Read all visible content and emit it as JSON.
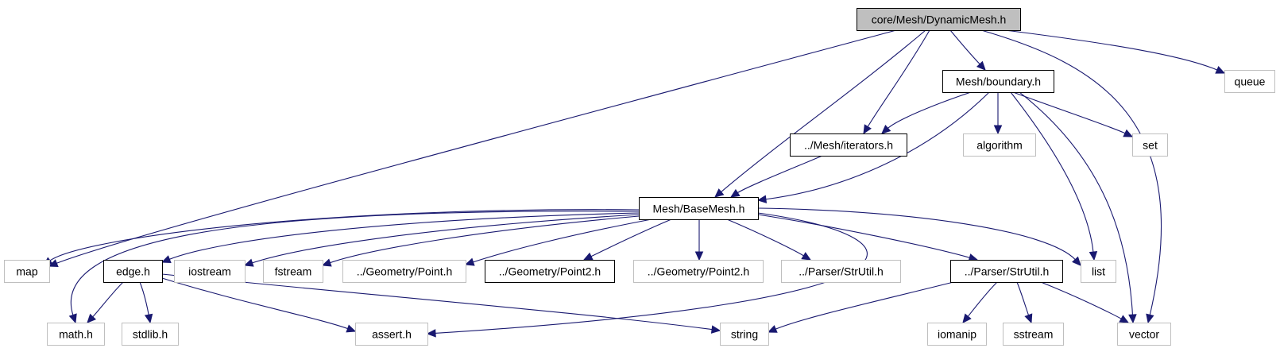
{
  "colors": {
    "edge": "#191970",
    "root_fill": "#bfbfbf",
    "documented_stroke": "#000000",
    "undocumented_stroke": "#bfbfbf",
    "text": "#000000"
  },
  "nodes": [
    {
      "id": "n0",
      "label": "core/Mesh/DynamicMesh.h",
      "style": "root"
    },
    {
      "id": "n1",
      "label": "map",
      "style": "external"
    },
    {
      "id": "n2",
      "label": "Mesh/BaseMesh.h",
      "style": "documented"
    },
    {
      "id": "n3",
      "label": "edge.h",
      "style": "documented"
    },
    {
      "id": "n4",
      "label": "math.h",
      "style": "external"
    },
    {
      "id": "n5",
      "label": "stdlib.h",
      "style": "external"
    },
    {
      "id": "n6",
      "label": "assert.h",
      "style": "external"
    },
    {
      "id": "n7",
      "label": "string",
      "style": "external"
    },
    {
      "id": "n8",
      "label": "iostream",
      "style": "external"
    },
    {
      "id": "n9",
      "label": "fstream",
      "style": "external"
    },
    {
      "id": "n10",
      "label": "../Geometry/Point.h",
      "style": "external"
    },
    {
      "id": "n11",
      "label": "../Geometry/Point2.h",
      "style": "documented"
    },
    {
      "id": "n12",
      "label": "../Geometry/Point2.h",
      "style": "external"
    },
    {
      "id": "n13",
      "label": "../Parser/StrUtil.h",
      "style": "external"
    },
    {
      "id": "n14",
      "label": "../Parser/StrUtil.h",
      "style": "documented"
    },
    {
      "id": "n15",
      "label": "iomanip",
      "style": "external"
    },
    {
      "id": "n16",
      "label": "sstream",
      "style": "external"
    },
    {
      "id": "n17",
      "label": "vector",
      "style": "external"
    },
    {
      "id": "n18",
      "label": "list",
      "style": "external"
    },
    {
      "id": "n19",
      "label": "../Mesh/iterators.h",
      "style": "documented"
    },
    {
      "id": "n20",
      "label": "Mesh/boundary.h",
      "style": "documented"
    },
    {
      "id": "n21",
      "label": "algorithm",
      "style": "external"
    },
    {
      "id": "n22",
      "label": "set",
      "style": "external"
    },
    {
      "id": "n23",
      "label": "queue",
      "style": "external"
    }
  ],
  "edges": [
    {
      "from": "n0",
      "to": "n1"
    },
    {
      "from": "n0",
      "to": "n2"
    },
    {
      "from": "n0",
      "to": "n19"
    },
    {
      "from": "n0",
      "to": "n20"
    },
    {
      "from": "n0",
      "to": "n17"
    },
    {
      "from": "n0",
      "to": "n23"
    },
    {
      "from": "n20",
      "to": "n19"
    },
    {
      "from": "n20",
      "to": "n2"
    },
    {
      "from": "n20",
      "to": "n21"
    },
    {
      "from": "n20",
      "to": "n22"
    },
    {
      "from": "n20",
      "to": "n18"
    },
    {
      "from": "n20",
      "to": "n17"
    },
    {
      "from": "n19",
      "to": "n2"
    },
    {
      "from": "n2",
      "to": "n1"
    },
    {
      "from": "n2",
      "to": "n4"
    },
    {
      "from": "n2",
      "to": "n3"
    },
    {
      "from": "n2",
      "to": "n8"
    },
    {
      "from": "n2",
      "to": "n9"
    },
    {
      "from": "n2",
      "to": "n10"
    },
    {
      "from": "n2",
      "to": "n11"
    },
    {
      "from": "n2",
      "to": "n12"
    },
    {
      "from": "n2",
      "to": "n13"
    },
    {
      "from": "n2",
      "to": "n14"
    },
    {
      "from": "n2",
      "to": "n18"
    },
    {
      "from": "n2",
      "to": "n6"
    },
    {
      "from": "n3",
      "to": "n4"
    },
    {
      "from": "n3",
      "to": "n5"
    },
    {
      "from": "n3",
      "to": "n6"
    },
    {
      "from": "n3",
      "to": "n7"
    },
    {
      "from": "n14",
      "to": "n7"
    },
    {
      "from": "n14",
      "to": "n15"
    },
    {
      "from": "n14",
      "to": "n16"
    },
    {
      "from": "n14",
      "to": "n17"
    }
  ]
}
